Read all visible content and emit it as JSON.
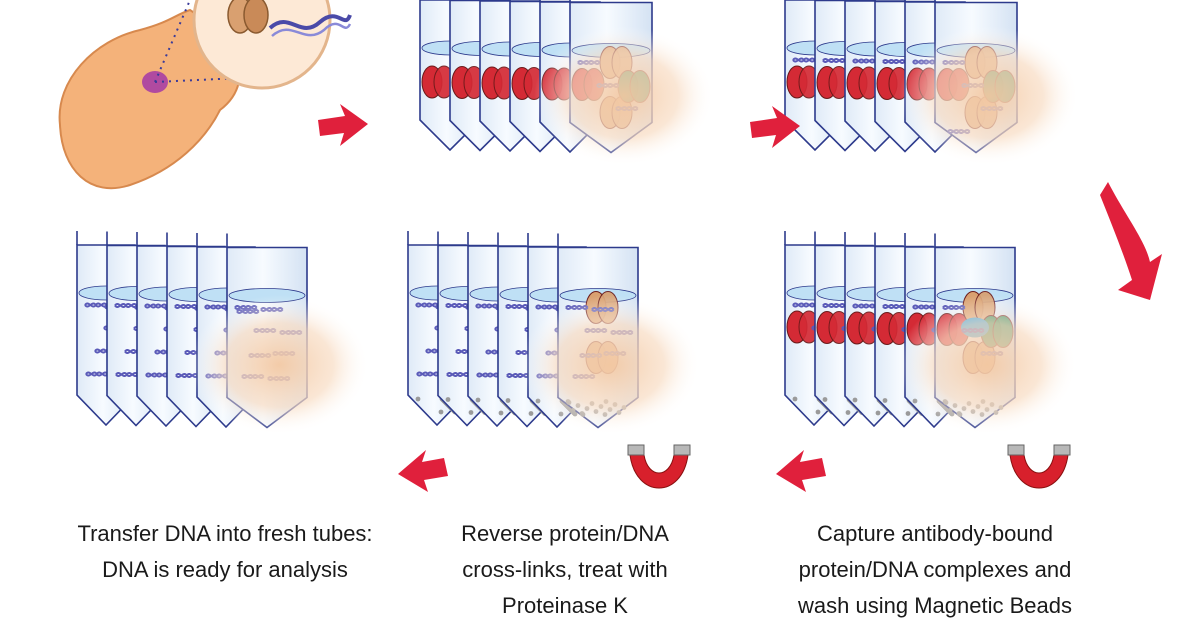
{
  "colors": {
    "arrow": "#e0203c",
    "tube_fill": "#eef4fb",
    "tube_stroke": "#2d3a8c",
    "liquid": "#bfe0f5",
    "protein_red": "#d42a35",
    "protein_tan": "#d9a070",
    "protein_green": "#2f8a5a",
    "antibody_blue": "#2a9fe0",
    "dna": "#5a5ab8",
    "cell": "#f4b27a",
    "nucleus": "#b04aa0",
    "magnet_red": "#d8202c",
    "magnet_grey": "#b8b8b8",
    "shadow": "#f6d2b2"
  },
  "steps": [
    {
      "name": "capture",
      "caption": [
        "Capture antibody-bound",
        "protein/DNA complexes and",
        "wash using Magnetic Beads"
      ]
    },
    {
      "name": "reverse",
      "caption": [
        "Reverse protein/DNA",
        "cross-links, treat with",
        "Proteinase K"
      ]
    },
    {
      "name": "transfer",
      "caption": [
        "Transfer DNA into fresh tubes:",
        "DNA is ready for analysis"
      ]
    }
  ]
}
